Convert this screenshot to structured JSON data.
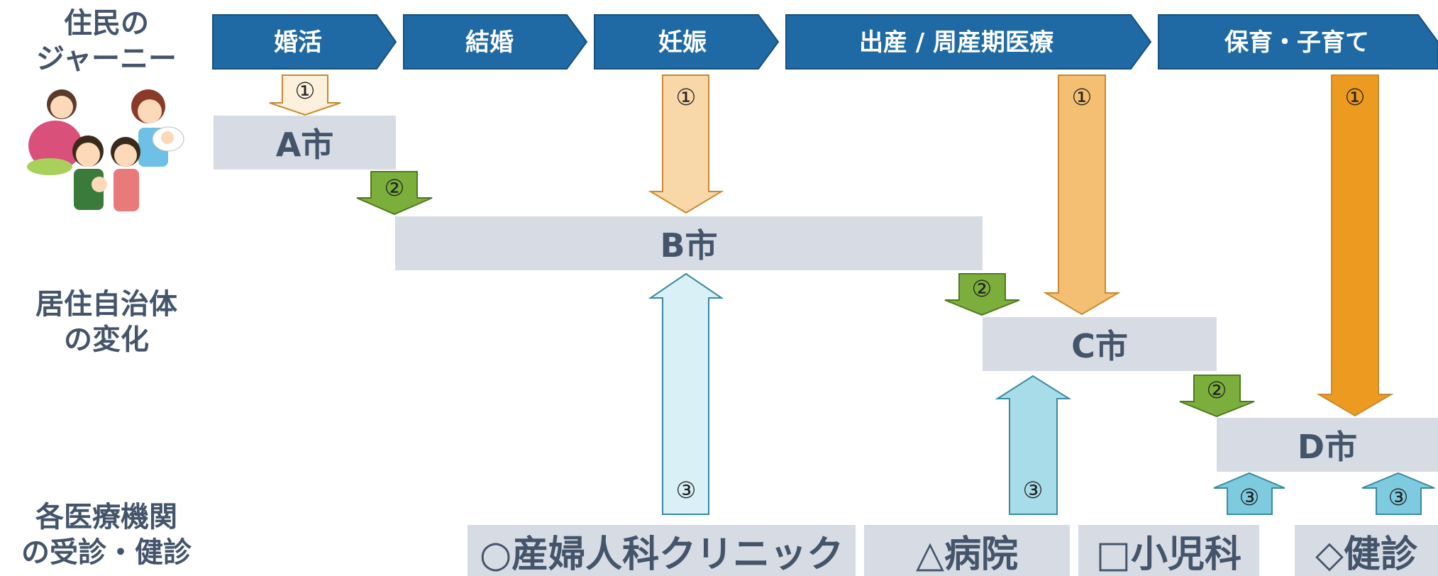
{
  "left_labels": {
    "journey": [
      "住民の",
      "ジャーニー"
    ],
    "residence": [
      "居住自治体",
      "の変化"
    ],
    "institutions": [
      "各医療機関",
      "の受診・健診"
    ]
  },
  "stages": [
    "婚活",
    "結婚",
    "妊娠",
    "出産 / 周産期医療",
    "保育・子育て"
  ],
  "cities": [
    "A市",
    "B市",
    "C市",
    "D市"
  ],
  "institutions": [
    "○産婦人科クリニック",
    "△病院",
    "□小児科",
    "◇健診"
  ],
  "markers": {
    "one": "①",
    "two": "②",
    "three": "③"
  },
  "colors": {
    "stage_blue": "#1f6aa5",
    "city_bg": "#d6dbe4",
    "text_dark": "#44546a",
    "arrow_green": "#7cae3c",
    "arrow_light_blue": "#d9f0f6",
    "arrow_blue": "#a8dce9",
    "arrow_mid_blue": "#7ecbe0"
  }
}
